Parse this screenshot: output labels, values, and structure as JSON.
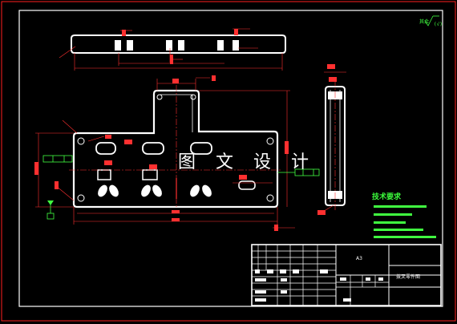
{
  "watermark": {
    "text": "图 文 设 计"
  },
  "technical_requirements": {
    "title": "技术要求"
  },
  "roughness_note": {
    "text": "其余"
  },
  "title_block": {
    "drawing_name": "拨叉零件图",
    "material_code": "A3"
  },
  "colors": {
    "background": "#000000",
    "border": "#ff2020",
    "outline": "#ffffff",
    "dimension": "#ff3030",
    "centerline": "#ff3030",
    "annotation": "#40ff40",
    "hidden": "#ffff40"
  }
}
